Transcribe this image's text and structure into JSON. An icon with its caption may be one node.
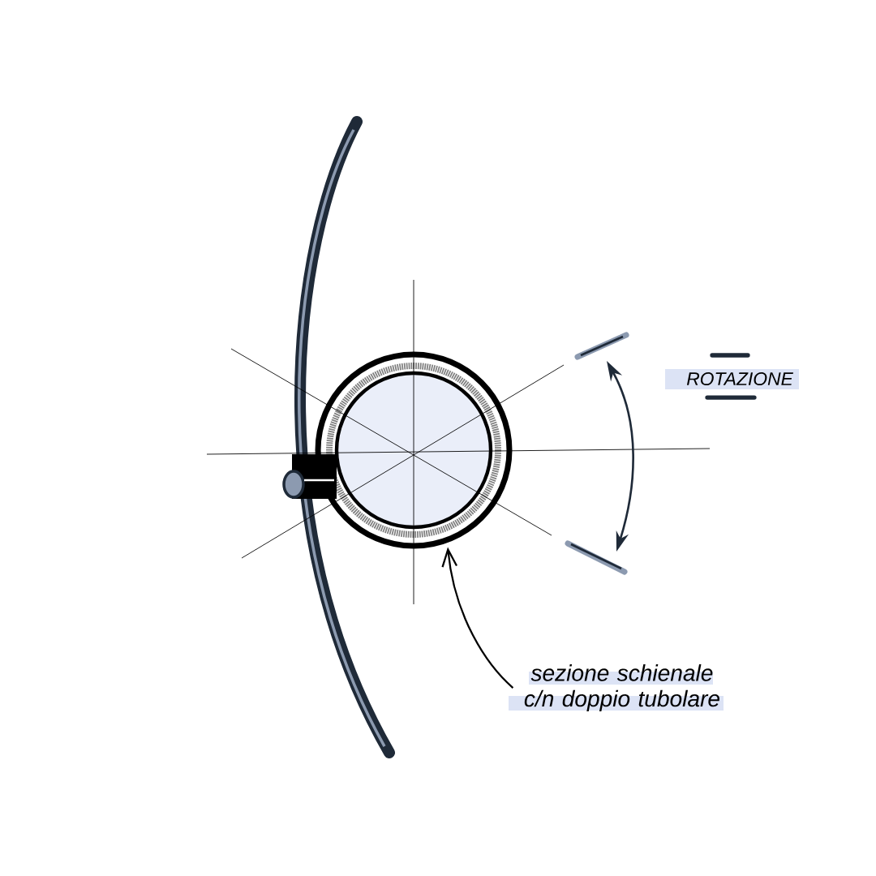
{
  "diagram": {
    "nodes": [
      {
        "text": [
          "sezione schienale c/n doppio tubolare"
        ]
      },
      {
        "text": [],
        "shape": "circle"
      }
    ],
    "edges": [
      {
        "from": 0,
        "to": 1,
        "arrow": "to"
      }
    ],
    "labels": [
      "ROTAZIONE"
    ]
  }
}
